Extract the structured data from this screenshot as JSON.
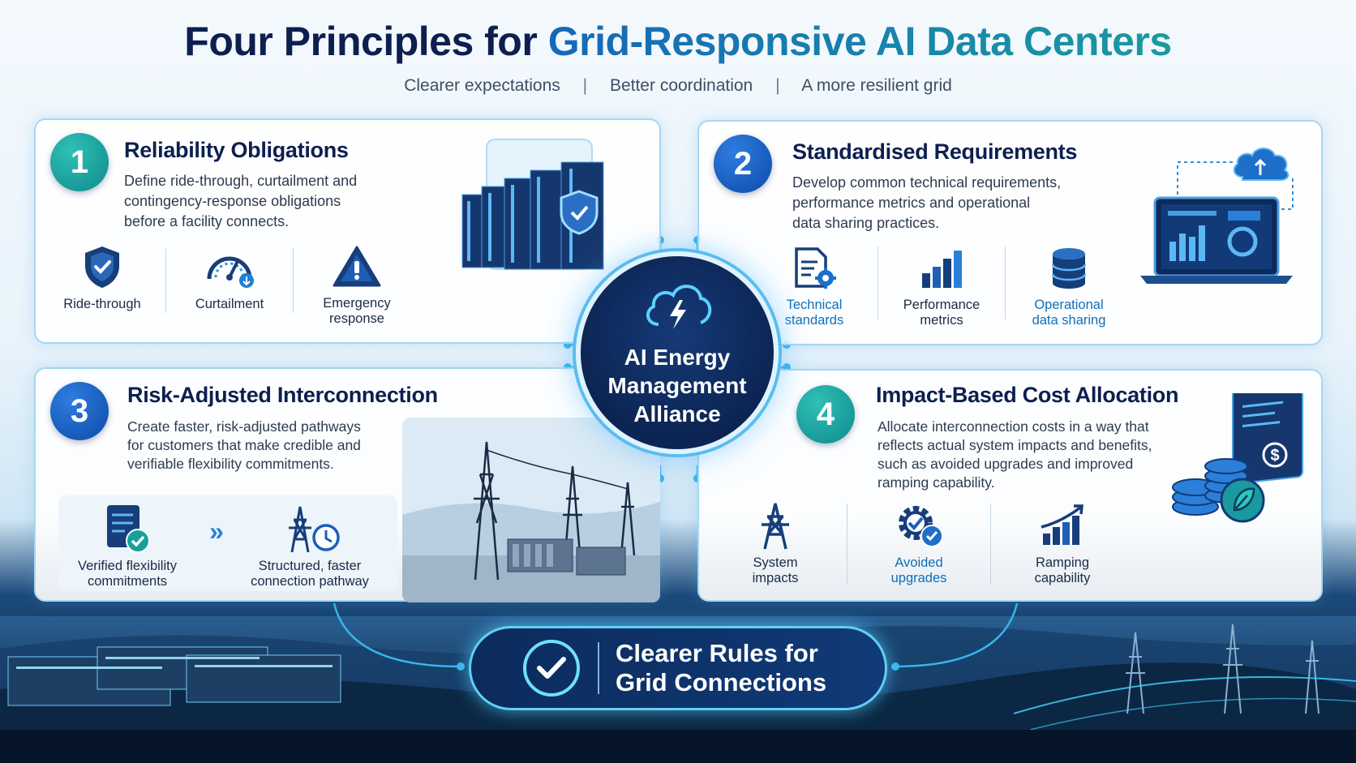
{
  "header": {
    "title_main": "Four Principles for",
    "title_accent": "Grid-Responsive AI Data Centers",
    "tagline": [
      "Clearer expectations",
      "Better coordination",
      "A more resilient grid"
    ],
    "tagline_sep": "|"
  },
  "hub": {
    "line1": "AI Energy",
    "line2": "Management",
    "line3": "Alliance",
    "icon": "cloud-lightning-icon"
  },
  "principles": [
    {
      "number": "1",
      "title": "Reliability Obligations",
      "description": [
        "Define ride-through, curtailment and",
        "contingency-response obligations",
        "before a facility connects."
      ],
      "items": [
        {
          "icon": "shield-check-icon",
          "label": [
            "Ride-through"
          ]
        },
        {
          "icon": "gauge-icon",
          "label": [
            "Curtailment"
          ]
        },
        {
          "icon": "warning-triangle-icon",
          "label": [
            "Emergency",
            "response"
          ]
        }
      ],
      "illustration": "server-racks-shield-icon"
    },
    {
      "number": "2",
      "title": "Standardised Requirements",
      "description": [
        "Develop common technical requirements,",
        "performance metrics and operational",
        "data sharing practices."
      ],
      "items": [
        {
          "icon": "document-gear-icon",
          "label": [
            "Technical",
            "standards"
          ],
          "highlight": true
        },
        {
          "icon": "bar-chart-icon",
          "label": [
            "Performance",
            "metrics"
          ]
        },
        {
          "icon": "database-icon",
          "label": [
            "Operational",
            "data sharing"
          ],
          "highlight": true
        }
      ],
      "illustration": "laptop-dashboard-cloud-icon"
    },
    {
      "number": "3",
      "title": "Risk-Adjusted Interconnection",
      "description": [
        "Create faster, risk-adjusted pathways",
        "for customers that make credible and",
        "verifiable flexibility commitments."
      ],
      "items": [
        {
          "icon": "checklist-icon",
          "label": [
            "Verified flexibility",
            "commitments"
          ]
        },
        {
          "icon": "tower-clock-icon",
          "label": [
            "Structured, faster",
            "connection pathway"
          ]
        }
      ],
      "arrow": "»",
      "illustration": "substation-towers-icon"
    },
    {
      "number": "4",
      "title": "Impact-Based Cost Allocation",
      "description": [
        "Allocate interconnection costs in a way that",
        "reflects actual system impacts and benefits,",
        "such as avoided upgrades and improved",
        "ramping capability."
      ],
      "items": [
        {
          "icon": "transmission-tower-icon",
          "label": [
            "System",
            "impacts"
          ]
        },
        {
          "icon": "gear-check-icon",
          "label": [
            "Avoided",
            "upgrades"
          ],
          "highlight": true
        },
        {
          "icon": "growth-chart-icon",
          "label": [
            "Ramping",
            "capability"
          ]
        }
      ],
      "illustration": "coins-invoice-leaf-icon"
    }
  ],
  "footer": {
    "line1": "Clearer Rules for",
    "line2": "Grid Connections",
    "icon": "check-circle-icon"
  },
  "colors": {
    "navy": "#0d1f4f",
    "teal": "#0f8a8f",
    "blue": "#0c4aa8",
    "glow": "#5fd0f5"
  }
}
